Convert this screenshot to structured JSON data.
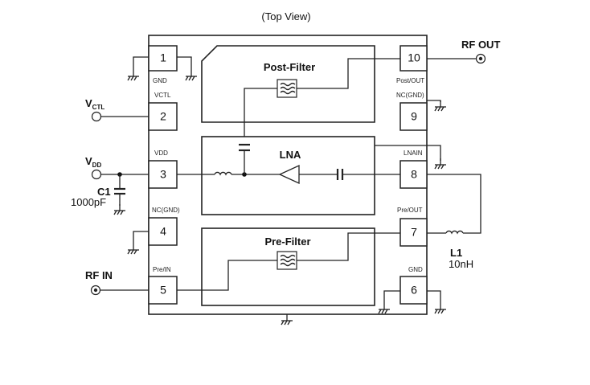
{
  "title": "(Top View)",
  "blocks": {
    "post_filter": "Post-Filter",
    "lna": "LNA",
    "pre_filter": "Pre-Filter"
  },
  "pins": [
    {
      "num": "1",
      "label": "GND"
    },
    {
      "num": "2",
      "label": "VCTL"
    },
    {
      "num": "3",
      "label": "VDD"
    },
    {
      "num": "4",
      "label": "NC(GND)"
    },
    {
      "num": "5",
      "label": "Pre/IN"
    },
    {
      "num": "6",
      "label": "GND"
    },
    {
      "num": "7",
      "label": "Pre/OUT"
    },
    {
      "num": "8",
      "label": "LNAIN"
    },
    {
      "num": "9",
      "label": "NC(GND)"
    },
    {
      "num": "10",
      "label": "Post/OUT"
    }
  ],
  "external": {
    "rf_out": "RF OUT",
    "rf_in": "RF IN",
    "vctl_main": "V",
    "vctl_sub": "CTL",
    "vdd_main": "V",
    "vdd_sub": "DD",
    "c1_name": "C1",
    "c1_value": "1000pF",
    "l1_name": "L1",
    "l1_value": "10nH"
  }
}
